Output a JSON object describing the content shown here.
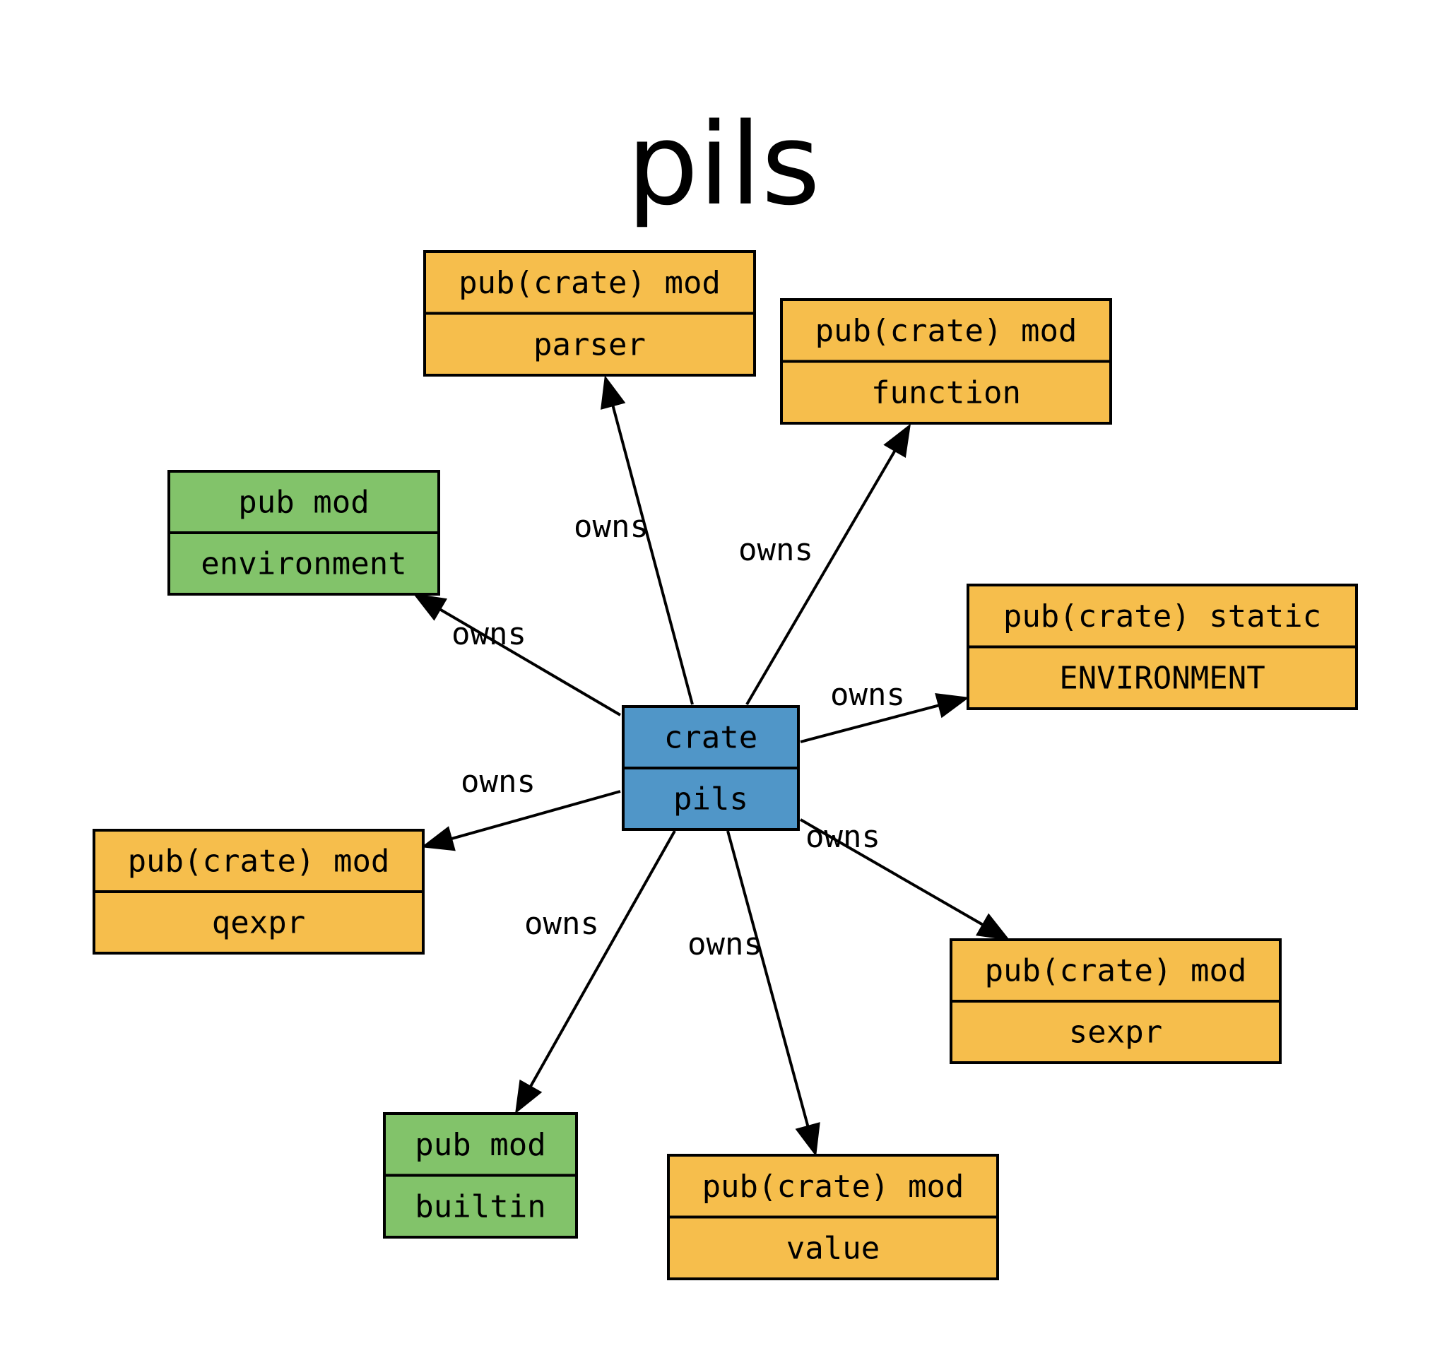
{
  "title": "pils",
  "colors": {
    "crate": "#5096c8",
    "pub": "#82c36a",
    "pub_crate": "#f6be4c"
  },
  "nodes": [
    {
      "id": "crate",
      "kind": "crate",
      "header": "crate",
      "name": "pils"
    },
    {
      "id": "parser",
      "kind": "pub_crate",
      "header": "pub(crate) mod",
      "name": "parser"
    },
    {
      "id": "function",
      "kind": "pub_crate",
      "header": "pub(crate) mod",
      "name": "function"
    },
    {
      "id": "environment",
      "kind": "pub",
      "header": "pub mod",
      "name": "environment"
    },
    {
      "id": "ENVIRONMENT",
      "kind": "pub_crate",
      "header": "pub(crate) static",
      "name": "ENVIRONMENT"
    },
    {
      "id": "qexpr",
      "kind": "pub_crate",
      "header": "pub(crate) mod",
      "name": "qexpr"
    },
    {
      "id": "sexpr",
      "kind": "pub_crate",
      "header": "pub(crate) mod",
      "name": "sexpr"
    },
    {
      "id": "builtin",
      "kind": "pub",
      "header": "pub mod",
      "name": "builtin"
    },
    {
      "id": "value",
      "kind": "pub_crate",
      "header": "pub(crate) mod",
      "name": "value"
    }
  ],
  "edges": [
    {
      "from": "crate",
      "to": "parser",
      "label": "owns"
    },
    {
      "from": "crate",
      "to": "function",
      "label": "owns"
    },
    {
      "from": "crate",
      "to": "environment",
      "label": "owns"
    },
    {
      "from": "crate",
      "to": "ENVIRONMENT",
      "label": "owns"
    },
    {
      "from": "crate",
      "to": "qexpr",
      "label": "owns"
    },
    {
      "from": "crate",
      "to": "sexpr",
      "label": "owns"
    },
    {
      "from": "crate",
      "to": "builtin",
      "label": "owns"
    },
    {
      "from": "crate",
      "to": "value",
      "label": "owns"
    }
  ]
}
